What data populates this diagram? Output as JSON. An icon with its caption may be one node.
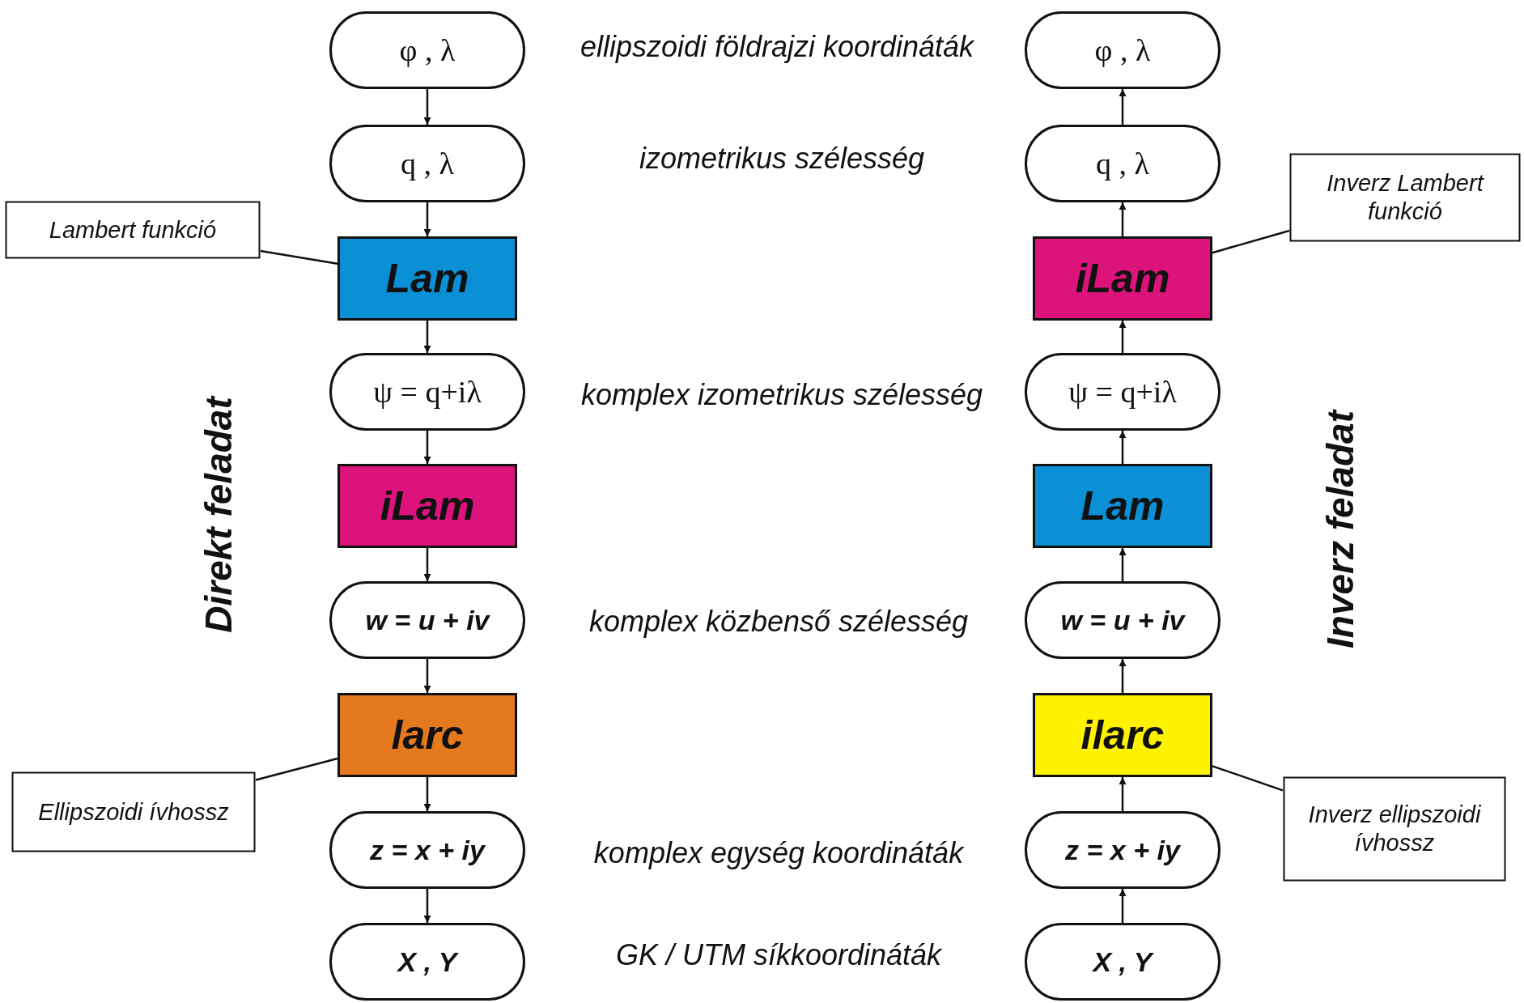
{
  "diagram": {
    "nodes": [
      {
        "text": [
          "φ , λ"
        ]
      },
      {
        "text": [
          "q , λ"
        ]
      },
      {
        "text": [
          "Lam"
        ]
      },
      {
        "text": [
          "ψ = q+iλ"
        ]
      },
      {
        "text": [
          "iLam"
        ]
      },
      {
        "text": [
          "w = u + iv"
        ]
      },
      {
        "text": [
          "larc"
        ]
      },
      {
        "text": [
          "z = x + iy"
        ]
      },
      {
        "text": [
          "X , Y"
        ]
      },
      {
        "text": [
          "φ , λ"
        ]
      },
      {
        "text": [
          "q , λ"
        ]
      },
      {
        "text": [
          "iLam"
        ]
      },
      {
        "text": [
          "ψ = q+iλ"
        ]
      },
      {
        "text": [
          "Lam"
        ]
      },
      {
        "text": [
          "w = u + iv"
        ]
      },
      {
        "text": [
          "ilarc"
        ]
      },
      {
        "text": [
          "z = x + iy"
        ]
      },
      {
        "text": [
          "X , Y"
        ]
      },
      {
        "text": [
          "Lambert funkció"
        ]
      },
      {
        "text": [
          "Inverz Lambert funkció"
        ]
      },
      {
        "text": [
          "Ellipszoidi ívhossz"
        ]
      },
      {
        "text": [
          "Inverz ellipszoidi ívhossz"
        ]
      }
    ],
    "edges": [
      {
        "from": 0,
        "to": 1,
        "arrow": "to"
      },
      {
        "from": 1,
        "to": 2,
        "arrow": "to"
      },
      {
        "from": 2,
        "to": 3,
        "arrow": "to"
      },
      {
        "from": 3,
        "to": 4,
        "arrow": "to"
      },
      {
        "from": 4,
        "to": 5,
        "arrow": "to"
      },
      {
        "from": 5,
        "to": 6,
        "arrow": "to"
      },
      {
        "from": 6,
        "to": 7,
        "arrow": "to"
      },
      {
        "from": 7,
        "to": 8,
        "arrow": "to"
      },
      {
        "from": 10,
        "to": 9,
        "arrow": "to"
      },
      {
        "from": 11,
        "to": 10,
        "arrow": "to"
      },
      {
        "from": 12,
        "to": 11,
        "arrow": "to"
      },
      {
        "from": 13,
        "to": 12,
        "arrow": "to"
      },
      {
        "from": 14,
        "to": 13,
        "arrow": "to"
      },
      {
        "from": 15,
        "to": 14,
        "arrow": "to"
      },
      {
        "from": 16,
        "to": 15,
        "arrow": "to"
      },
      {
        "from": 17,
        "to": 16,
        "arrow": "to"
      },
      {
        "from": 18,
        "to": 2,
        "arrow": "none"
      },
      {
        "from": 19,
        "to": 11,
        "arrow": "none"
      },
      {
        "from": 20,
        "to": 6,
        "arrow": "none"
      },
      {
        "from": 21,
        "to": 15,
        "arrow": "none"
      }
    ],
    "labels": [
      "ellipszoidi földrajzi koordináták",
      "izometrikus szélesség",
      "komplex izometrikus szélesség",
      "Direkt feladat",
      "Inverz feladat",
      "komplex közbenső szélesség",
      "komplex egység koordináták",
      "GK / UTM síkkoordináták"
    ]
  }
}
